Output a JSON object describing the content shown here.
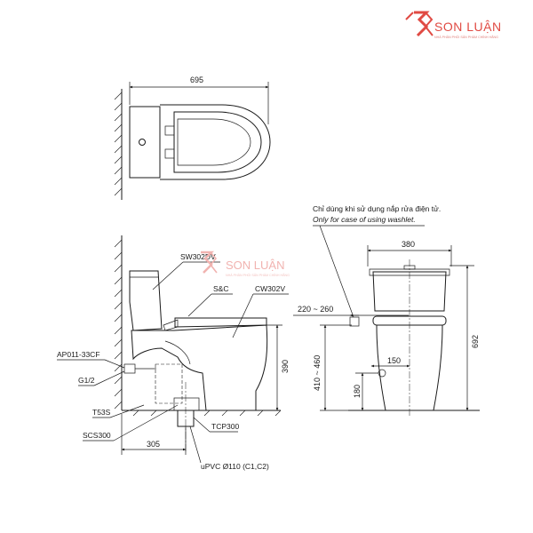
{
  "brand": {
    "name": "SON LUẬN",
    "tagline": "NHÀ PHÂN PHỐI SẢN PHẨM CHÍNH HÃNG",
    "color": "#e04a43"
  },
  "watermark": {
    "name": "SON LUẬN",
    "tagline": "NHÀ PHÂN PHỐI SẢN PHẨM CHÍNH HÃNG"
  },
  "top_view": {
    "dim_length": "695"
  },
  "side_view": {
    "labels": {
      "seat": "SW302DV",
      "sc": "S&C",
      "bowl": "CW302V",
      "valve": "AP011-33CF",
      "thread": "G1/2",
      "bolt": "T53S",
      "flange": "SCS300",
      "trap": "TCP300",
      "pipe": "uPVC Ø110 (C1,C2)"
    },
    "dims": {
      "height": "390",
      "rough_in": "305"
    }
  },
  "front_view": {
    "note_vi": "Chỉ dùng khi sử dụng nắp rửa điện tử.",
    "note_en": "Only for case of using washlet.",
    "dims": {
      "width": "380",
      "total_height": "692",
      "socket_offset": "220 ~ 260",
      "socket_height": "410 ~ 460",
      "valve_offset": "150",
      "valve_height": "180"
    }
  }
}
